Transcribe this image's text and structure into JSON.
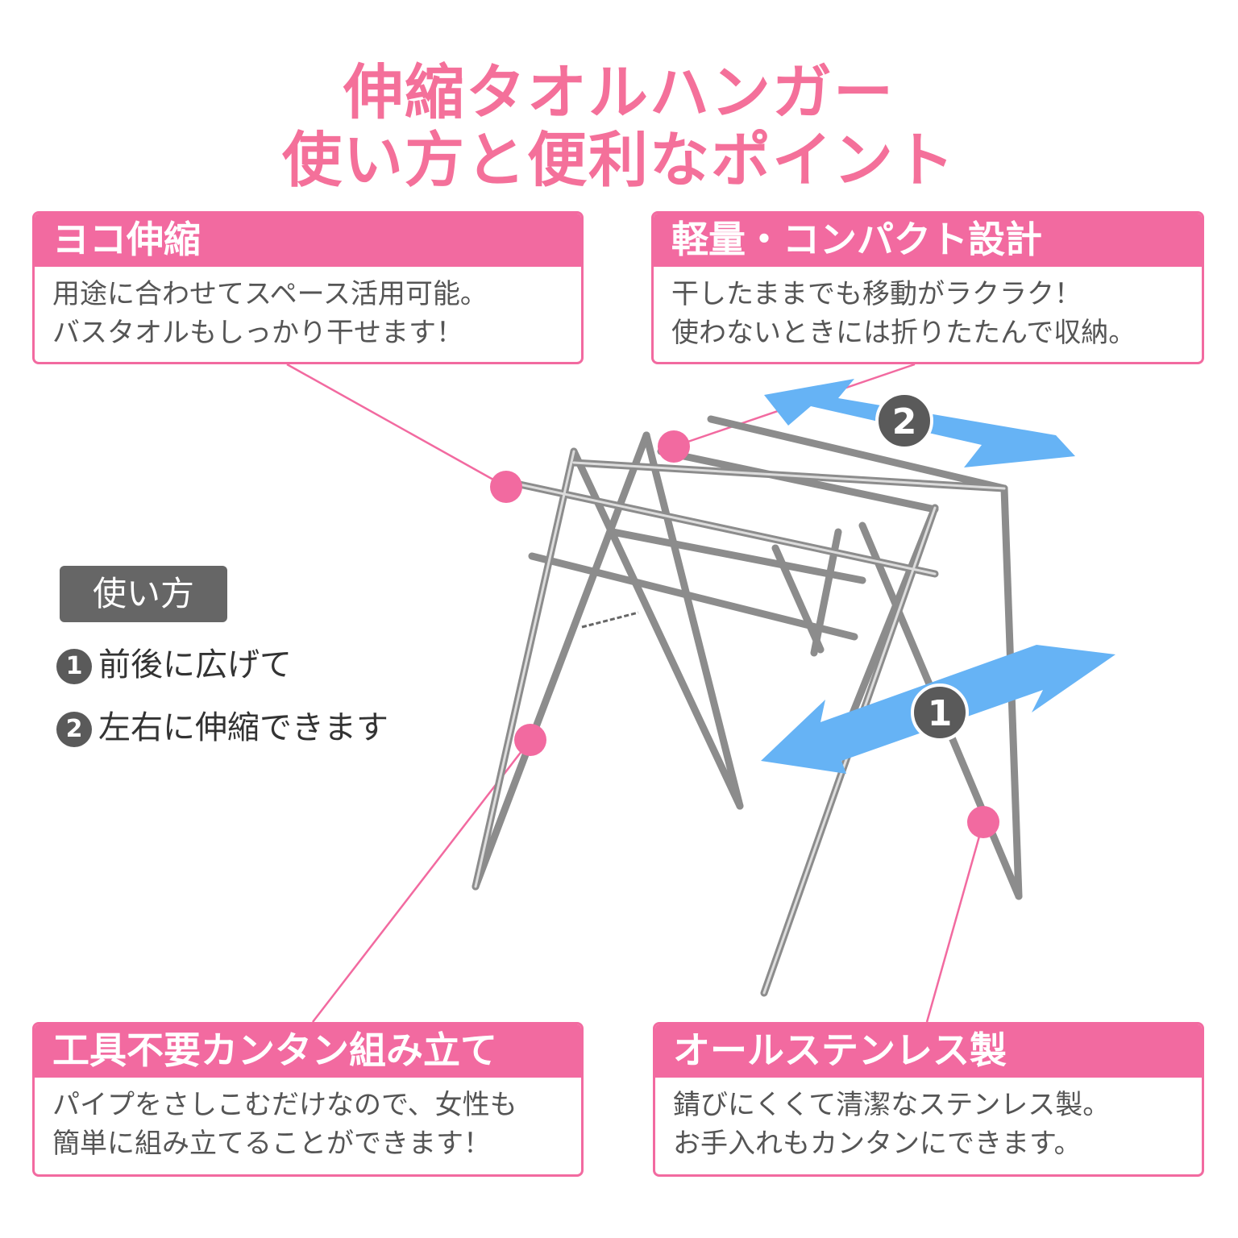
{
  "title": {
    "line1": "伸縮タオルハンガー",
    "line2": "使い方と便利なポイント"
  },
  "cards": {
    "top_left": {
      "heading": "ヨコ伸縮",
      "line1": "用途に合わせてスペース活用可能。",
      "line2": "バスタオルもしっかり干せます！"
    },
    "top_right": {
      "heading": "軽量・コンパクト設計",
      "line1": "干したままでも移動がラクラク！",
      "line2": "使わないときには折りたたんで収納。"
    },
    "bottom_left": {
      "heading": "工具不要カンタン組み立て",
      "line1": "パイプをさしこむだけなので、女性も",
      "line2": "簡単に組み立てることができます！"
    },
    "bottom_right": {
      "heading": "オールステンレス製",
      "line1": "錆びにくくて清潔なステンレス製。",
      "line2": "お手入れもカンタンにできます。"
    }
  },
  "usage": {
    "label": "使い方",
    "steps": [
      {
        "num": "1",
        "text": "前後に広げて"
      },
      {
        "num": "2",
        "text": "左右に伸縮できます"
      }
    ]
  },
  "arrow_labels": {
    "arrow1": "1",
    "arrow2": "2"
  },
  "colors": {
    "accent_pink": "#f26aa0",
    "title_pink": "#f4709a",
    "arrow_blue": "#66b3f5",
    "badge_gray": "#5a5a5a",
    "frame_gray": "#9a9a9a"
  }
}
